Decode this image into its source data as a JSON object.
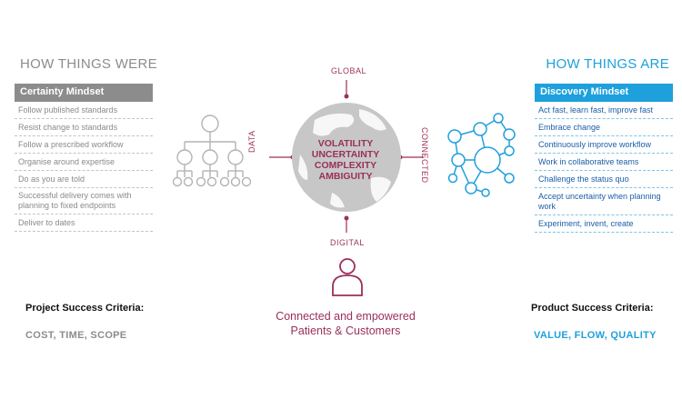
{
  "headings": {
    "left": "HOW THINGS WERE",
    "right": "HOW THINGS ARE"
  },
  "left_panel": {
    "header": "Certainty Mindset",
    "items": [
      "Follow published standards",
      "Resist change to standards",
      "Follow a prescribed workflow",
      "Organise around expertise",
      "Do as you are told",
      "Successful delivery comes with planning to fixed endpoints",
      "Deliver to dates"
    ]
  },
  "right_panel": {
    "header": "Discovery Mindset",
    "items": [
      "Act fast, learn fast, improve fast",
      "Embrace change",
      "Continuously improve workflow",
      "Work in collaborative teams",
      "Challenge the status quo",
      "Accept uncertainty when planning work",
      "Experiment, invent, create"
    ]
  },
  "center": {
    "top_label": "GLOBAL",
    "bottom_label": "DIGITAL",
    "left_label": "DATA",
    "right_label": "CONNECTED",
    "globe_lines": [
      "VOLATILITY",
      "UNCERTAINTY",
      "COMPLEXITY",
      "AMBIGUITY"
    ],
    "connected_text": "Connected and empowered Patients & Customers"
  },
  "bottom": {
    "project_title": "Project Success Criteria:",
    "project_value": "COST, TIME, SCOPE",
    "product_title": "Product Success Criteria:",
    "product_value": "VALUE, FLOW, QUALITY"
  },
  "colors": {
    "grey": "#8c8c8c",
    "blue": "#1ea0dc",
    "crimson": "#9b2f5a"
  },
  "icons": [
    "hierarchy-icon",
    "globe-icon",
    "network-icon",
    "person-icon"
  ]
}
